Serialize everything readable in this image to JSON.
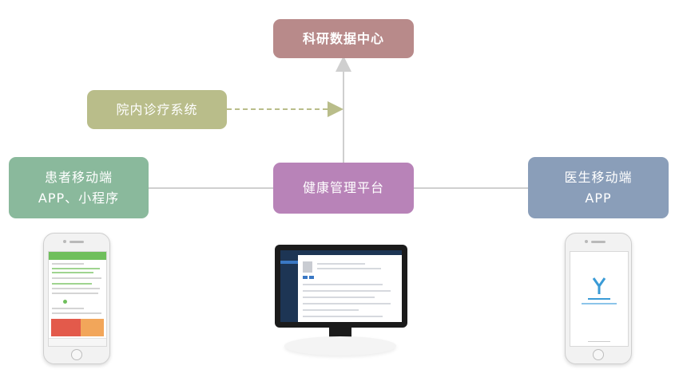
{
  "nodes": {
    "research": {
      "label": "科研数据中心"
    },
    "hospital": {
      "label": "院内诊疗系统"
    },
    "health": {
      "label": "健康管理平台"
    },
    "patient": {
      "line1": "患者移动端",
      "line2": "APP、小程序"
    },
    "doctor": {
      "line1": "医生移动端",
      "line2": "APP"
    }
  },
  "colors": {
    "research": "#b88a8a",
    "hospital": "#b9bd8a",
    "health": "#b883b8",
    "patient": "#8ab99c",
    "doctor": "#8a9eb9",
    "connector": "#cfcfcf",
    "dashed_arrow": "#b9bd8a"
  },
  "illustrations": {
    "left": "patient-phone-screenshot",
    "center": "desktop-monitor-screenshot",
    "right": "doctor-phone-splash"
  }
}
